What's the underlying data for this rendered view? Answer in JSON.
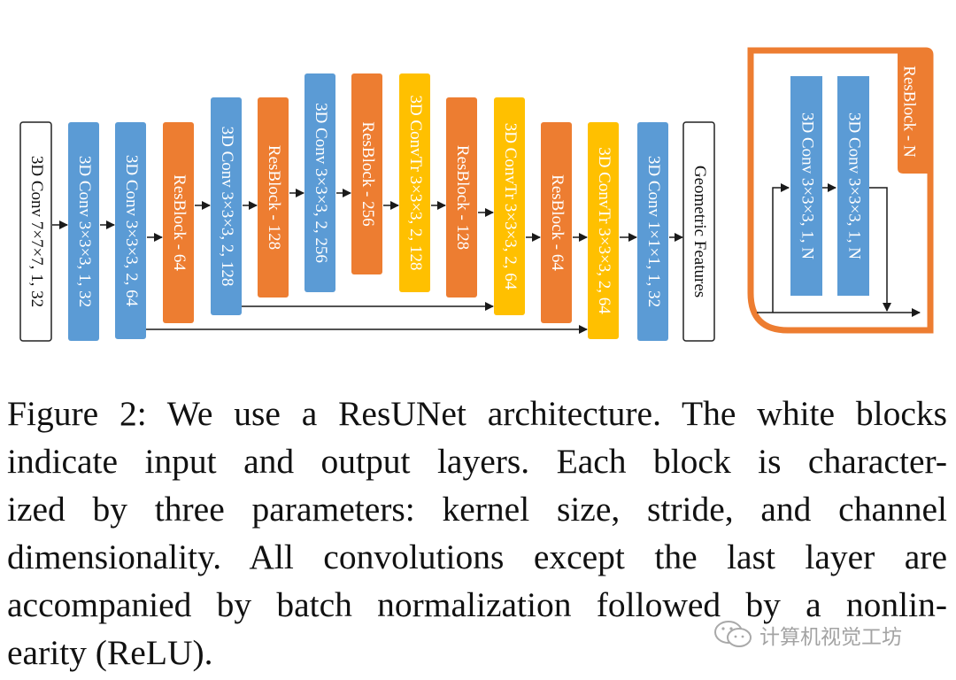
{
  "colors": {
    "conv": "#5b9bd5",
    "resblock": "#ed7d31",
    "convtr": "#ffc000",
    "io_fill": "#ffffff",
    "io_stroke": "#222222",
    "arrow": "#1a1a1a"
  },
  "diagram": {
    "blocks": [
      {
        "id": "b0",
        "type": "io",
        "label": "3D Conv 7×7×7, 1, 32"
      },
      {
        "id": "b1",
        "type": "conv",
        "label": "3D Conv 3×3×3, 1, 32"
      },
      {
        "id": "b2",
        "type": "conv",
        "label": "3D Conv 3×3×3, 2, 64"
      },
      {
        "id": "b3",
        "type": "resblock",
        "label": "ResBlock - 64"
      },
      {
        "id": "b4",
        "type": "conv",
        "label": "3D Conv 3×3×3, 2, 128"
      },
      {
        "id": "b5",
        "type": "resblock",
        "label": "ResBlock - 128"
      },
      {
        "id": "b6",
        "type": "conv",
        "label": "3D Conv 3×3×3, 2, 256"
      },
      {
        "id": "b7",
        "type": "resblock",
        "label": "ResBlock - 256"
      },
      {
        "id": "b8",
        "type": "convtr",
        "label": "3D ConvTr 3×3×3, 2, 128"
      },
      {
        "id": "b9",
        "type": "resblock",
        "label": "ResBlock - 128"
      },
      {
        "id": "b10",
        "type": "convtr",
        "label": "3D ConvTr 3×3×3, 2, 64"
      },
      {
        "id": "b11",
        "type": "resblock",
        "label": "ResBlock - 64"
      },
      {
        "id": "b12",
        "type": "convtr",
        "label": "3D ConvTr 3×3×3, 2, 64"
      },
      {
        "id": "b13",
        "type": "conv",
        "label": "3D Conv 1×1×1, 1, 32"
      },
      {
        "id": "b14",
        "type": "io",
        "label": "Geometric Features"
      }
    ],
    "skip_connections": [
      {
        "from": "b4",
        "to": "b10"
      },
      {
        "from": "b2",
        "to": "b12"
      }
    ],
    "resblock_detail": {
      "title": "ResBlock - N",
      "inner_blocks": [
        {
          "type": "conv",
          "label": "3D Conv 3×3×3, 1, N"
        },
        {
          "type": "conv",
          "label": "3D Conv 3×3×3, 1, N"
        }
      ]
    }
  },
  "caption": {
    "lines": [
      "Figure 2: We use a ResUNet architecture. The white blocks",
      "indicate input and output layers.  Each block is character-",
      "ized by three parameters:  kernel size, stride, and channel",
      "dimensionality.  All convolutions except the last layer are",
      "accompanied by batch normalization followed by a nonlin-",
      "earity (ReLU)."
    ]
  },
  "watermark": {
    "icon": "wechat-icon",
    "text": "计算机视觉工坊"
  }
}
